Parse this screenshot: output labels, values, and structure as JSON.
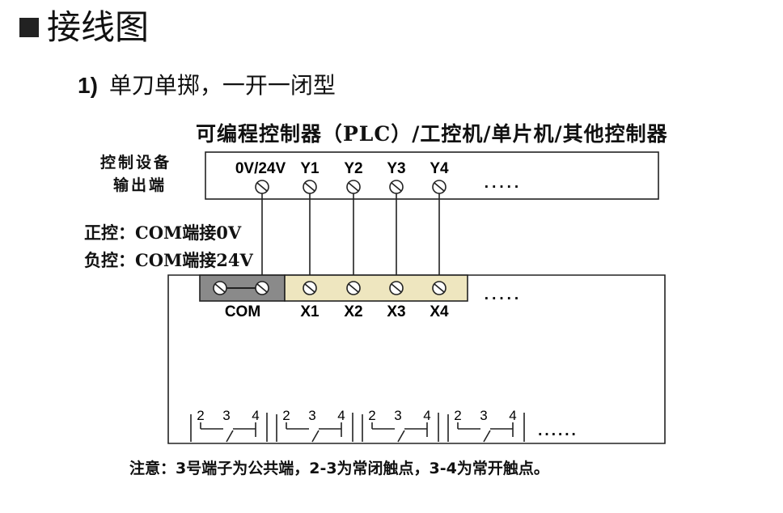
{
  "title": "接线图",
  "subtitle": {
    "number": "1)",
    "text": "单刀单掷，一开一闭型"
  },
  "header": "可编程控制器（PLC）/工控机/单片机/其他控制器",
  "device_label": {
    "line1": "控制设备",
    "line2": "输出端"
  },
  "positive_label": "正控：COM端接0V",
  "negative_label": "负控：COM端接24V",
  "top_terminals": [
    "0V/24V",
    "Y1",
    "Y2",
    "Y3",
    "Y4"
  ],
  "top_ellipsis": ".....",
  "bottom_terminals": [
    "COM",
    "X1",
    "X2",
    "X3",
    "X4"
  ],
  "bottom_ellipsis": ".....",
  "relay_numbers": [
    "2",
    "3",
    "4"
  ],
  "relay_ellipsis": "......",
  "note": "注意：3号端子为公共端，2-3为常闭触点，3-4为常开触点。",
  "colors": {
    "com_block": "#8a8a8a",
    "x_block": "#eee6bf"
  }
}
